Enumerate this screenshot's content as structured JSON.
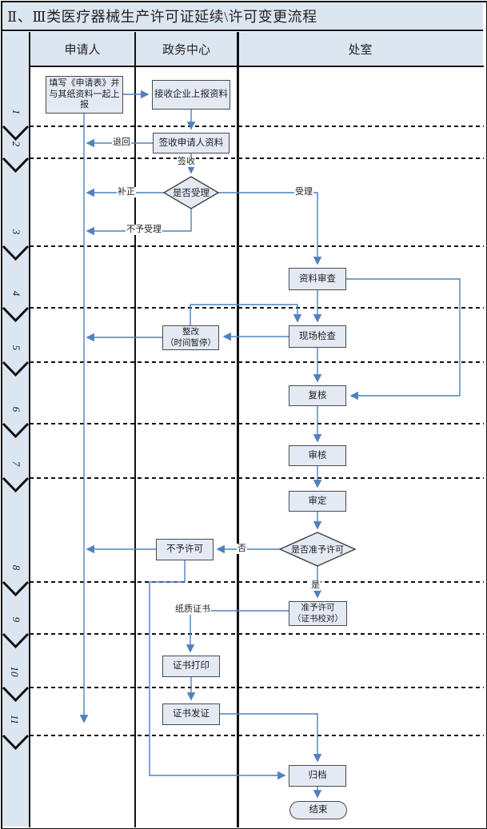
{
  "title": "Ⅱ、Ⅲ类医疗器械生产许可证延续\\许可变更流程",
  "columns": {
    "applicant": "申请人",
    "service_center": "政务中心",
    "office": "处室"
  },
  "lanes": [
    "1",
    "2",
    "3",
    "4",
    "5",
    "6",
    "7",
    "8",
    "9",
    "10",
    "11"
  ],
  "nodes": {
    "fill_form": {
      "label": "填写《申请表》并\n与其纸资料一起上\n报"
    },
    "receive_materials": {
      "label": "接收企业上报资料"
    },
    "sign_receive": {
      "label": "签收申请人资料"
    },
    "accept_decision": {
      "label": "是否受理"
    },
    "data_review": {
      "label": "资料审查"
    },
    "site_inspection": {
      "label": "现场检查"
    },
    "rectify": {
      "label": "整改\n（时间暂停）"
    },
    "recheck": {
      "label": "复核"
    },
    "review": {
      "label": "审核"
    },
    "determine": {
      "label": "审定"
    },
    "grant_decision": {
      "label": "是否准予许可"
    },
    "no_license": {
      "label": "不予许可"
    },
    "grant_license": {
      "label": "准予许可\n（证书校对）"
    },
    "cert_print": {
      "label": "证书打印"
    },
    "cert_issue": {
      "label": "证书发证"
    },
    "archive": {
      "label": "归档"
    },
    "end": {
      "label": "结束"
    }
  },
  "edge_labels": {
    "return": "退回",
    "sign": "签收",
    "supplement": "补正",
    "accept": "受理",
    "not_accept": "不予受理",
    "no": "否",
    "yes": "是",
    "paper_cert": "纸质证书"
  },
  "colors": {
    "flow": "#4f81bd",
    "box-fill": "#e3eaf4",
    "box-border": "#4a4a4a",
    "panel": "#dce6f1",
    "line": "#1a1a1a"
  }
}
